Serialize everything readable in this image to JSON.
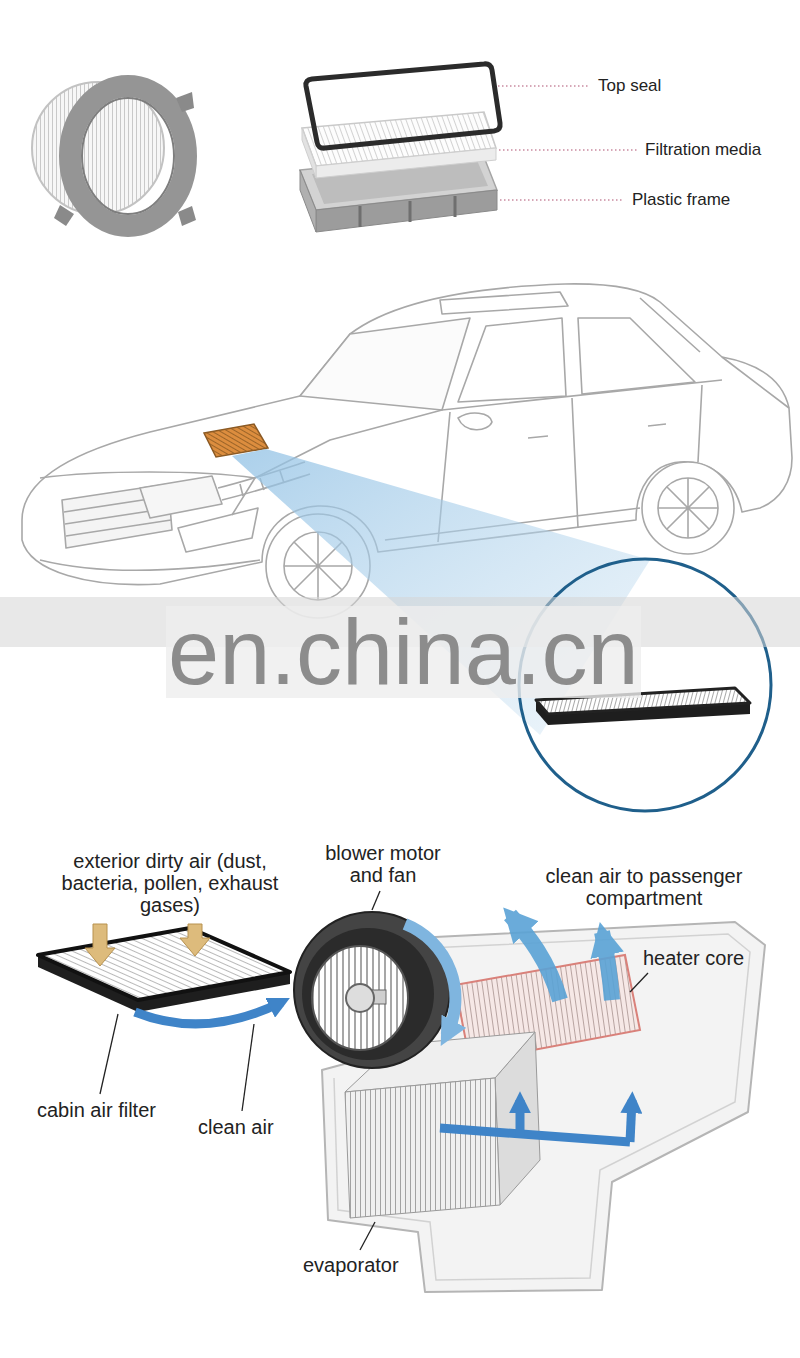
{
  "diagram": {
    "labels": [
      "Top seal",
      "Filtration media",
      "Plastic frame",
      "en.china.cn",
      "exterior dirty air (dust, bacteria, pollen, exhaust gases)",
      "blower motor and fan",
      "clean air to passenger compartment",
      "heater core",
      "cabin air filter",
      "clean air",
      "evaporator"
    ]
  }
}
